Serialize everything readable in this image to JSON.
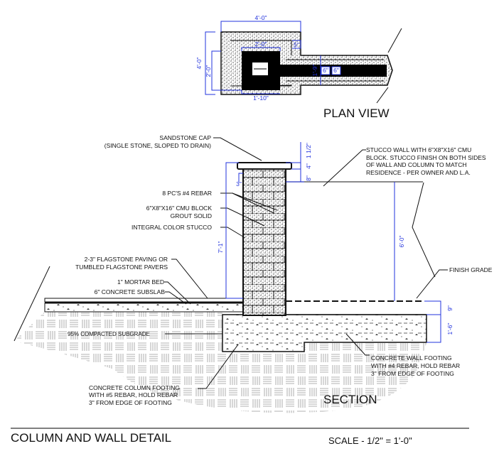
{
  "plan_view": {
    "title": "PLAN VIEW",
    "dims": {
      "overall_width": "4'-0\"",
      "overall_height": "4'-0\"",
      "column_width": "2'-0\"",
      "column_height": "2'-0\"",
      "inner": "1'-10\"",
      "offset": "5\"",
      "wall_footing": "1'-9\"",
      "wall_a": "6\"",
      "wall_b": "6\""
    }
  },
  "section": {
    "title": "SECTION",
    "labels": {
      "cap_1": "SANDSTONE CAP",
      "cap_2": "(SINGLE STONE, SLOPED TO DRAIN)",
      "rebar": "8 PC'S #4 REBAR",
      "cmu_1": "6\"X8\"X16\" CMU BLOCK",
      "cmu_2": "GROUT SOLID",
      "stucco": "INTEGRAL COLOR STUCCO",
      "paving_1": "2-3\" FLAGSTONE PAVING OR",
      "paving_2": "TUMBLED FLAGSTONE PAVERS",
      "mortar": "1\" MORTAR BED",
      "subslab": "6\" CONCRETE SUBSLAB",
      "subgrade": "95% COMPACTED SUBGRADE",
      "wall_1": "STUCCO WALL WITH 6\"X8\"X16\" CMU",
      "wall_2": "BLOCK. STUCCO FINISH ON BOTH SIDES",
      "wall_3": "OF WALL AND COLUMN TO MATCH",
      "wall_4": "RESIDENCE -  PER OWNER AND L.A.",
      "grade": "FINISH GRADE",
      "wf_1": "CONCRETE WALL FOOTING",
      "wf_2": "WITH #4 REBAR, HOLD REBAR",
      "wf_3": "3\" FROM EDGE OF FOOTING",
      "cf_1": "CONCRETE COLUMN FOOTING",
      "cf_2": "WITH #5 REBAR, HOLD REBAR",
      "cf_3": "3\" FROM EDGE OF FOOTING"
    },
    "dims": {
      "column_height": "7'-1\"",
      "wall_height": "6'-0\"",
      "cap_a": "1 1/2\"",
      "cap_b": "4\"",
      "cap_c": "8\"",
      "cap_overhang": "3\"",
      "footing_depth": "9\"",
      "footing_thickness": "1'-6\""
    }
  },
  "footer": {
    "title": "COLUMN AND WALL DETAIL",
    "scale": "SCALE - 1/2\" = 1'-0\""
  }
}
